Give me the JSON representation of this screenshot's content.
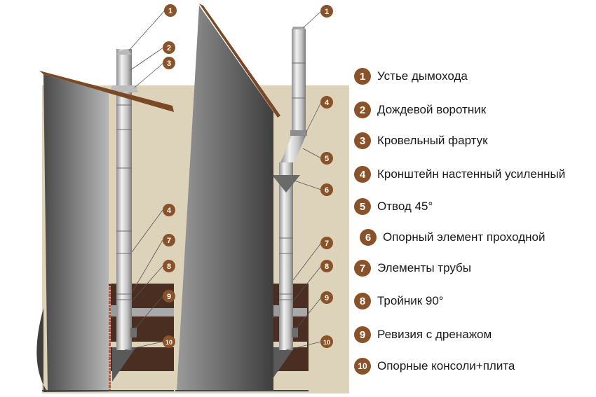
{
  "colors": {
    "wall": "#ddd2ba",
    "roof": "#7a4a26",
    "badge": "#8a5228",
    "brick": "#c6523a",
    "pipe": "#c9c9c9"
  },
  "legend": [
    {
      "num": "1",
      "label": "Устье дымохода"
    },
    {
      "num": "2",
      "label": "Дождевой воротник"
    },
    {
      "num": "3",
      "label": "Кровельный фартук"
    },
    {
      "num": "4",
      "label": "Кронштейн настенный усиленный"
    },
    {
      "num": "5",
      "label": "Отвод 45°"
    },
    {
      "num": "6",
      "label": "Опорный элемент проходной"
    },
    {
      "num": "7",
      "label": "Элементы трубы"
    },
    {
      "num": "8",
      "label": "Тройник 90°"
    },
    {
      "num": "9",
      "label": "Ревизия с дренажом"
    },
    {
      "num": "10",
      "label": "Опорные консоли+плита"
    }
  ],
  "left_callouts": [
    "1",
    "2",
    "3",
    "4",
    "7",
    "8",
    "9",
    "10"
  ],
  "right_callouts": [
    "1",
    "4",
    "5",
    "6",
    "7",
    "8",
    "9",
    "10"
  ]
}
